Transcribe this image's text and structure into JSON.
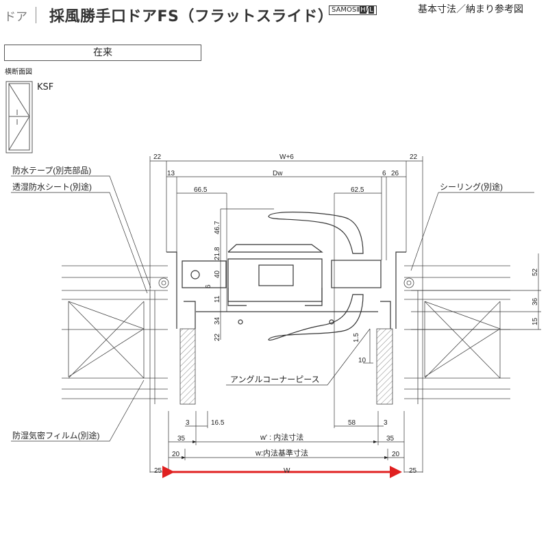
{
  "header": {
    "category": "ドア",
    "title": "採風勝手口ドアFS（フラットスライド）",
    "series_prefix": "SAMOSⅡ",
    "series_h": "H",
    "series_sep": "/",
    "series_l": "L",
    "reference": "基本寸法／納まり参考図"
  },
  "type_box": "在来",
  "section_label": "横断面図",
  "model": "KSF",
  "callouts": {
    "waterproof_tape": "防水テープ(別売部品)",
    "breathable_sheet": "透湿防水シート(別途)",
    "sealing": "シーリング(別途)",
    "angle_corner_piece": "アングルコーナーピース",
    "vapor_film": "防湿気密フィルム(別途)"
  },
  "dimensions": {
    "top": {
      "left_outer": "22",
      "overall": "W+6",
      "right_outer": "22"
    },
    "second": {
      "left": "13",
      "dw": "Dw",
      "right_a": "6",
      "right_b": "26"
    },
    "third": {
      "left": "66.5",
      "right": "62.5"
    },
    "vertical_left": [
      "46.7",
      "21.8",
      "40",
      "6",
      "11",
      "34",
      "22"
    ],
    "vertical_right": [
      "52",
      "36",
      "15"
    ],
    "handle_right": [
      "1.5",
      "10"
    ],
    "bottom_small": {
      "left_a": "3",
      "left_b": "16.5",
      "right_a": "58",
      "right_b": "3"
    },
    "inner": {
      "left": "35",
      "label": "w' : 内法寸法",
      "right": "35"
    },
    "inner_std": {
      "left": "20",
      "label": "w:内法基準寸法",
      "right": "20"
    },
    "frame": {
      "left": "25",
      "label": "W",
      "right": "25"
    }
  },
  "colors": {
    "accent_arrow": "#e02020"
  }
}
